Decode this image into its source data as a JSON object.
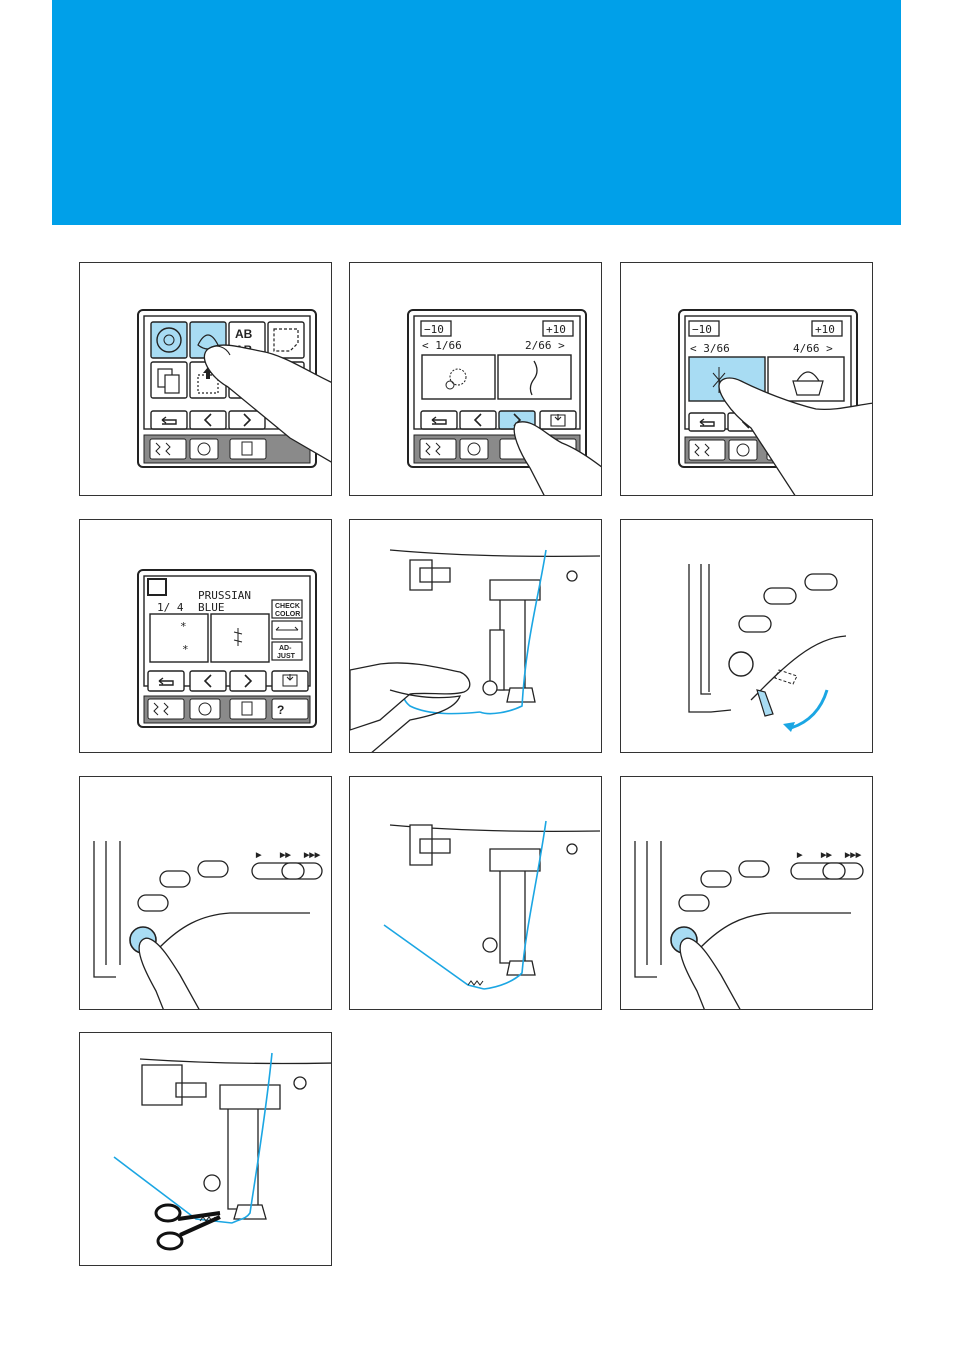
{
  "colors": {
    "banner": "#00a0e9",
    "highlight": "#a8dcf3",
    "thread": "#1ba6e3",
    "outline": "#222222"
  },
  "screen1": {
    "tiles": [
      "flower-tile",
      "embroidery-tile",
      "AB",
      "AB",
      "frame-tile",
      "memory-tile",
      "pocket-tile",
      "",
      "",
      ""
    ],
    "nav_icons": [
      "back-icon",
      "prev-icon",
      "next-icon"
    ],
    "bottom_icons": [
      "utility-stitch-icon",
      "embroidery-icon",
      "file-icon"
    ]
  },
  "screen2": {
    "minus": "−10",
    "plus": "+10",
    "page_left": "< 1/66",
    "page_right": "2/66 >"
  },
  "screen3": {
    "minus": "−10",
    "plus": "+10",
    "page_left": "< 3/66",
    "page_right": "4/66 >"
  },
  "screen4": {
    "color_name_line1": "PRUSSIAN",
    "color_name_line2": "BLUE",
    "counter": "1/ 4",
    "check_color_1": "CHECK",
    "check_color_2": "COLOR",
    "adjust_1": "AD-",
    "adjust_2": "JUST",
    "help": "?"
  },
  "speed_markers": [
    "▶",
    "▶▶",
    "▶▶▶"
  ]
}
